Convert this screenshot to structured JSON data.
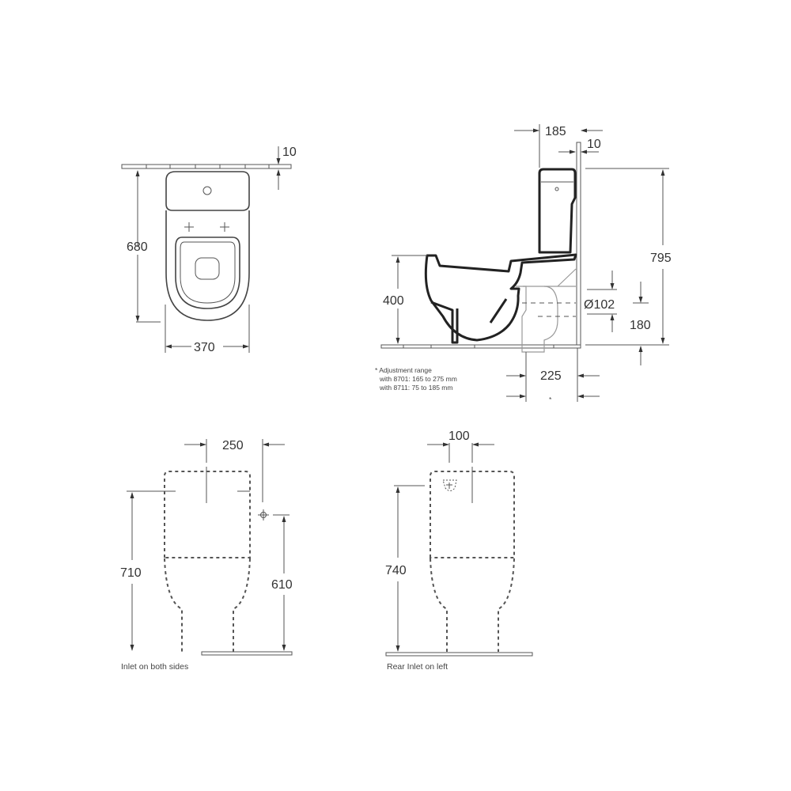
{
  "drawing": {
    "title": "Close-coupled WC technical drawing",
    "line_color": "#222222",
    "background": "#ffffff"
  },
  "top_view": {
    "dims": {
      "wall_gap": "10",
      "depth": "680",
      "width": "370"
    }
  },
  "side_view": {
    "dims": {
      "cistern_depth": "185",
      "wall_gap": "10",
      "total_height": "795",
      "seat_height": "400",
      "outlet_diameter": "Ø102",
      "outlet_height": "180",
      "outlet_offset": "225",
      "asterisk": "*"
    },
    "note": {
      "line1": "* Adjustment range",
      "line2": "with 8701: 165 to 275 mm",
      "line3": "with 8711:   75 to 185 mm"
    }
  },
  "front_view": {
    "dims": {
      "inlet_offset": "250",
      "height": "710",
      "inlet_height": "610"
    },
    "caption": "Inlet on both sides"
  },
  "rear_view": {
    "dims": {
      "inlet_offset": "100",
      "height": "740"
    },
    "caption": "Rear Inlet on left"
  }
}
